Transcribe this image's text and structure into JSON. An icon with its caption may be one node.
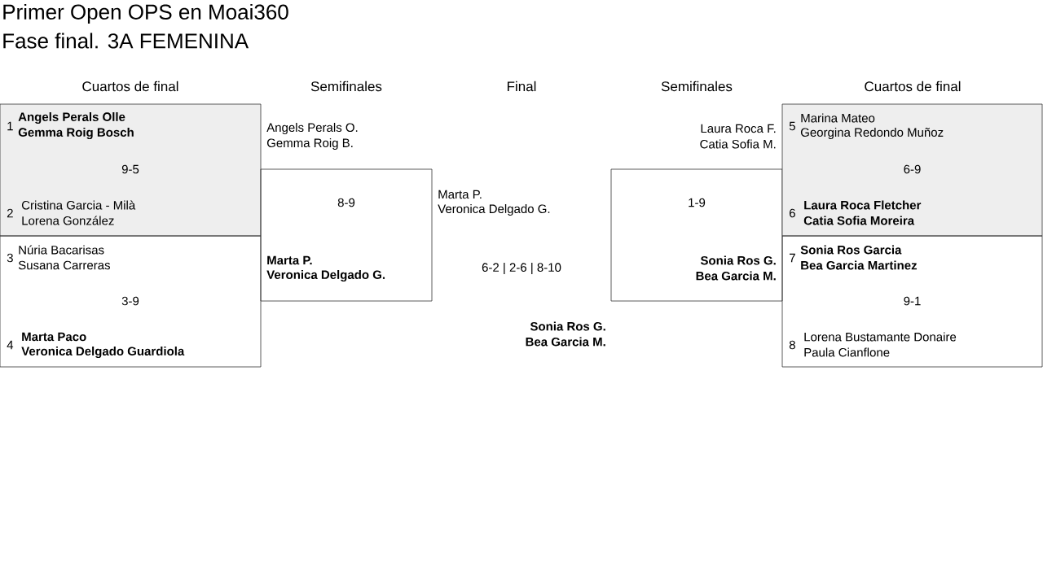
{
  "diagram": {
    "title": "Primer Open OPS en Moai360",
    "nodes": [
      {
        "text": [
          "1",
          "Angels Perals Olle",
          "Gemma Roig Bosch",
          "9-5",
          "2",
          "Cristina Garcia - Milà",
          "Lorena González"
        ]
      },
      {
        "text": [
          "3",
          "Núria Bacarisas",
          "Susana Carreras",
          "3-9",
          "4",
          "Marta Paco",
          "Veronica Delgado Guardiola"
        ]
      },
      {
        "text": [
          "8-9",
          "Marta P.",
          "Veronica Delgado G."
        ],
        "beside": [
          "Angels Perals O.",
          "Gemma Roig B."
        ]
      },
      {
        "text": [
          "1-9",
          "Sonia Ros G.",
          "Bea Garcia M."
        ],
        "beside": [
          "Laura Roca F.",
          "Catia Sofia M."
        ]
      },
      {
        "text": [
          "5",
          "Marina Mateo",
          "Georgina Redondo Muñoz",
          "6-9",
          "6",
          "Laura Roca Fletcher",
          "Catia Sofia Moreira"
        ]
      },
      {
        "text": [
          "7",
          "Sonia Ros Garcia",
          "Bea Garcia Martinez",
          "9-1",
          "8",
          "Lorena Bustamante Donaire",
          "Paula Cianflone"
        ]
      }
    ],
    "labels": [
      "Fase final. 3A FEMENINA",
      "Cuartos de final",
      "Semifinales",
      "Final",
      "Semifinales",
      "Cuartos de final",
      "Marta P.",
      "Veronica Delgado G.",
      "6-2 | 2-6 | 8-10",
      "Sonia Ros G.",
      "Bea Garcia M."
    ]
  }
}
